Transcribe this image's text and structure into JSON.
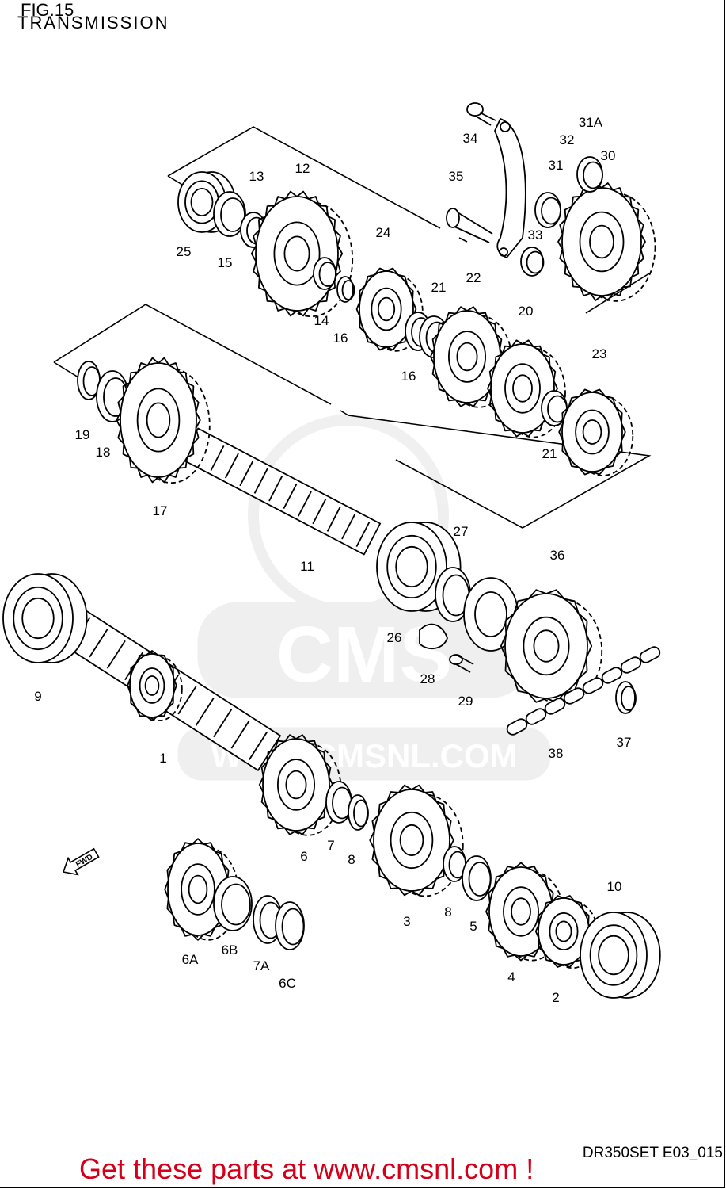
{
  "header": {
    "fig": "FIG.15",
    "title": "TRANSMISSION"
  },
  "footer": {
    "code": "DR350SET E03_015",
    "cta": "Get these parts at www.cmsnl.com !"
  },
  "watermark": {
    "text": "WWW.CMSNL.COM",
    "logo_text": "CMS"
  },
  "badge": {
    "fwd": "FWD"
  },
  "callouts": [
    "34",
    "32",
    "31A",
    "35",
    "31",
    "30",
    "33",
    "13",
    "12",
    "25",
    "15",
    "24",
    "14",
    "16",
    "21",
    "22",
    "16",
    "20",
    "23",
    "19",
    "18",
    "17",
    "21",
    "11",
    "27",
    "36",
    "9",
    "26",
    "28",
    "29",
    "1",
    "38",
    "37",
    "6",
    "7",
    "8",
    "3",
    "8",
    "5",
    "10",
    "4",
    "2",
    "6A",
    "6B",
    "7A",
    "6C"
  ]
}
